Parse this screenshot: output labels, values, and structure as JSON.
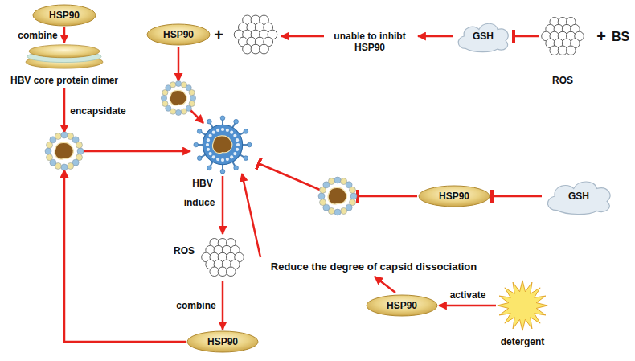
{
  "diagram": {
    "nodes": [
      {
        "text": [
          "HSP90"
        ]
      },
      {
        "text": [
          "HSP90"
        ]
      },
      {
        "text": [
          "GSH"
        ]
      },
      {
        "text": [
          "ROS"
        ]
      },
      {
        "text": [
          "HBV core protein dimer"
        ]
      },
      {
        "text": [
          "HBV"
        ]
      },
      {
        "text": [
          "HSP90"
        ]
      },
      {
        "text": [
          "GSH"
        ]
      },
      {
        "text": [
          "ROS"
        ]
      },
      {
        "text": [
          "HSP90"
        ]
      },
      {
        "text": [
          "detergent"
        ]
      },
      {
        "text": [
          "HSP90"
        ]
      }
    ],
    "edges": [
      {
        "from": 0,
        "to": 4,
        "label": "combine",
        "arrow": "to"
      },
      {
        "from": 3,
        "to": 2,
        "arrow": "to"
      },
      {
        "from": 7,
        "to": 6,
        "arrow": "to"
      },
      {
        "from": 5,
        "to": 8,
        "label": "induce",
        "arrow": "to"
      },
      {
        "from": 8,
        "to": 11,
        "label": "combine",
        "arrow": "to"
      },
      {
        "from": 10,
        "to": 9,
        "label": "activate",
        "arrow": "to"
      }
    ],
    "labels": [
      "+",
      "unable to inhibt HSP90",
      "+",
      "BS",
      "encapsidate",
      "Reduce the degree of capsid dissociation"
    ]
  }
}
